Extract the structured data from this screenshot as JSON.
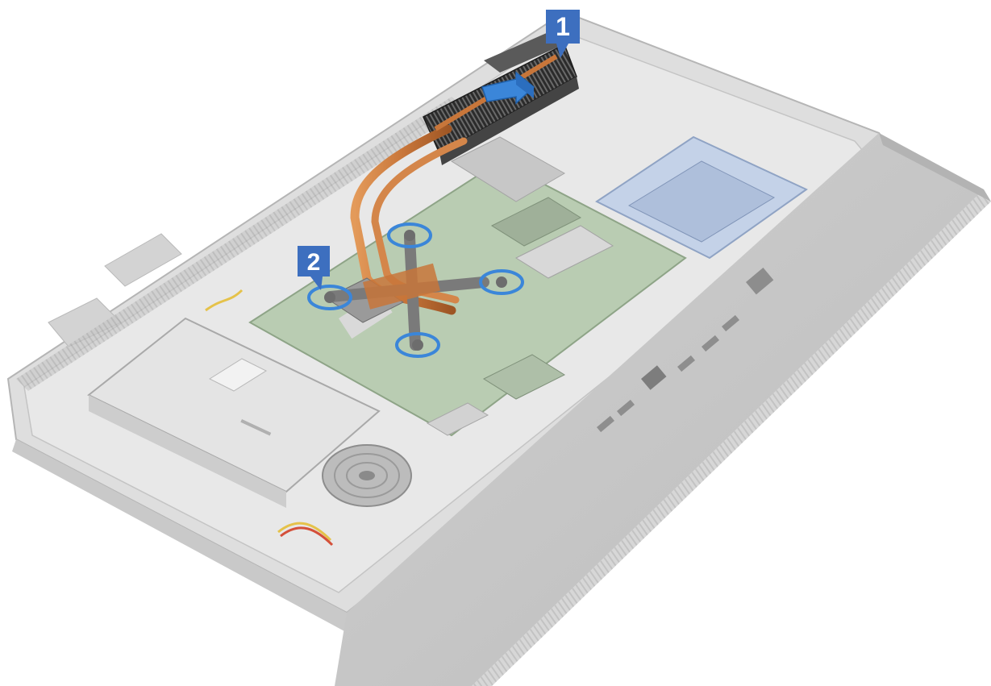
{
  "callouts": [
    {
      "label": "1",
      "meaning": "step-1-slide-heat-sink-toward-rear"
    },
    {
      "label": "2",
      "meaning": "step-2-loosen-captive-screws"
    }
  ],
  "colors": {
    "callout_blue": "#3d6fbf",
    "arrow_blue": "#3b86d9",
    "copper": "#c8763a",
    "chassis_gray": "#d6d6d6",
    "board_green": "#b9ccb2"
  },
  "icons": [
    "callout-1-badge",
    "callout-2-badge",
    "slide-arrow-icon",
    "screw-rotation-icon"
  ]
}
